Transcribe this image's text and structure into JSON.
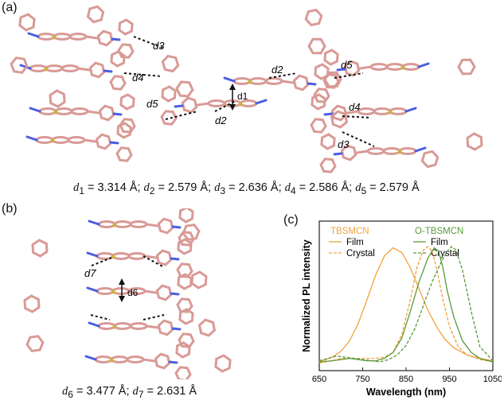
{
  "panels": {
    "a": {
      "label": "(a)",
      "labels": {
        "d3": "d3",
        "d4": "d4",
        "d5": "d5",
        "d2": "d2",
        "d1": "d1"
      }
    },
    "b": {
      "label": "(b)",
      "labels": {
        "d7": "d7",
        "d6": "d6"
      }
    },
    "c": {
      "label": "(c)"
    }
  },
  "caption_a": [
    {
      "sym": "d",
      "sub": "1",
      "val": " = 3.314 Å; "
    },
    {
      "sym": "d",
      "sub": "2",
      "val": " = 2.579 Å; "
    },
    {
      "sym": "d",
      "sub": "3",
      "val": " = 2.636 Å; "
    },
    {
      "sym": "d",
      "sub": "4",
      "val": " = 2.586 Å; "
    },
    {
      "sym": "d",
      "sub": "5",
      "val": " = 2.579 Å"
    }
  ],
  "caption_b": [
    {
      "sym": "d",
      "sub": "6",
      "val": " = 3.477 Å; "
    },
    {
      "sym": "d",
      "sub": "7",
      "val": " = 2.631 Å"
    }
  ],
  "colors": {
    "bond": "#d99a96",
    "nitrogen": "#4a5ee0",
    "sulfur": "#c9b43a",
    "orange": "#f2a23c",
    "green": "#5a9a3a"
  },
  "chart_data": {
    "type": "line",
    "xlabel": "Wavelength (nm)",
    "ylabel": "Normalized PL intensity",
    "xlim": [
      650,
      1050
    ],
    "xticks": [
      650,
      750,
      850,
      950,
      1050
    ],
    "legend": [
      {
        "group": "TBSMCN",
        "color": "#f2a23c",
        "entries": [
          {
            "label": "Film",
            "dash": "solid"
          },
          {
            "label": "Crystal",
            "dash": "dashed"
          }
        ]
      },
      {
        "group": "O-TBSMCN",
        "color": "#5a9a3a",
        "entries": [
          {
            "label": "Film",
            "dash": "solid"
          },
          {
            "label": "Crystal",
            "dash": "dashed"
          }
        ]
      }
    ],
    "series": [
      {
        "name": "TBSMCN Film",
        "color": "#f2a23c",
        "dash": "solid",
        "x": [
          650,
          680,
          700,
          720,
          740,
          760,
          780,
          800,
          820,
          840,
          860,
          880,
          900,
          920,
          940,
          960,
          990,
          1020,
          1050
        ],
        "y": [
          0.02,
          0.06,
          0.11,
          0.2,
          0.35,
          0.55,
          0.76,
          0.92,
          0.99,
          0.95,
          0.82,
          0.64,
          0.46,
          0.32,
          0.21,
          0.14,
          0.08,
          0.05,
          0.03
        ]
      },
      {
        "name": "TBSMCN Crystal",
        "color": "#f2a23c",
        "dash": "dashed",
        "x": [
          650,
          680,
          700,
          720,
          740,
          760,
          780,
          800,
          820,
          840,
          860,
          875,
          890,
          900,
          910,
          920,
          935,
          950,
          970,
          990,
          1020,
          1050
        ],
        "y": [
          0.01,
          0.03,
          0.05,
          0.05,
          0.05,
          0.05,
          0.05,
          0.06,
          0.1,
          0.25,
          0.55,
          0.82,
          0.97,
          1.0,
          0.96,
          0.82,
          0.55,
          0.32,
          0.15,
          0.08,
          0.04,
          0.02
        ]
      },
      {
        "name": "O-TBSMCN Film",
        "color": "#5a9a3a",
        "dash": "solid",
        "x": [
          650,
          680,
          700,
          720,
          740,
          760,
          780,
          800,
          820,
          840,
          860,
          880,
          900,
          915,
          925,
          935,
          945,
          960,
          980,
          1000,
          1020,
          1050
        ],
        "y": [
          0.02,
          0.03,
          0.04,
          0.05,
          0.04,
          0.03,
          0.03,
          0.05,
          0.1,
          0.22,
          0.45,
          0.7,
          0.9,
          0.99,
          0.96,
          0.82,
          0.62,
          0.4,
          0.2,
          0.1,
          0.05,
          0.02
        ]
      },
      {
        "name": "O-TBSMCN Crystal",
        "color": "#5a9a3a",
        "dash": "dashed",
        "x": [
          650,
          670,
          690,
          710,
          730,
          750,
          770,
          790,
          810,
          830,
          850,
          870,
          890,
          910,
          930,
          945,
          955,
          965,
          980,
          1000,
          1020,
          1050
        ],
        "y": [
          0.03,
          0.05,
          0.07,
          0.06,
          0.05,
          0.04,
          0.03,
          0.02,
          0.04,
          0.08,
          0.16,
          0.3,
          0.5,
          0.7,
          0.86,
          0.96,
          1.0,
          0.97,
          0.8,
          0.45,
          0.15,
          0.03
        ]
      }
    ]
  }
}
